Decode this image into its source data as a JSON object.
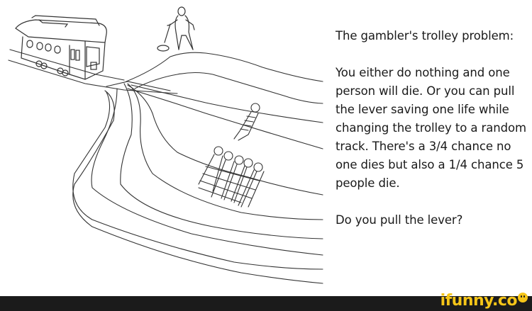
{
  "meme": {
    "title": "The gambler's trolley problem:",
    "body": "You either do nothing and one person will die. Or you can pull the lever saving one life while changing the trolley to a random track. There's a 3/4 chance no one dies but also a 1/4 chance 5 people die.",
    "question": "Do you pull the lever?"
  },
  "illustration": {
    "description": "Hand-drawn trolley on a track that splits into many branching tracks; a man stands by a lever; one person tied to one track, five people tied to another",
    "stroke_color": "#333333"
  },
  "footer": {
    "logo_text": "ifunny.co",
    "logo_color": "#f5c518",
    "background": "#1b1b1b"
  }
}
